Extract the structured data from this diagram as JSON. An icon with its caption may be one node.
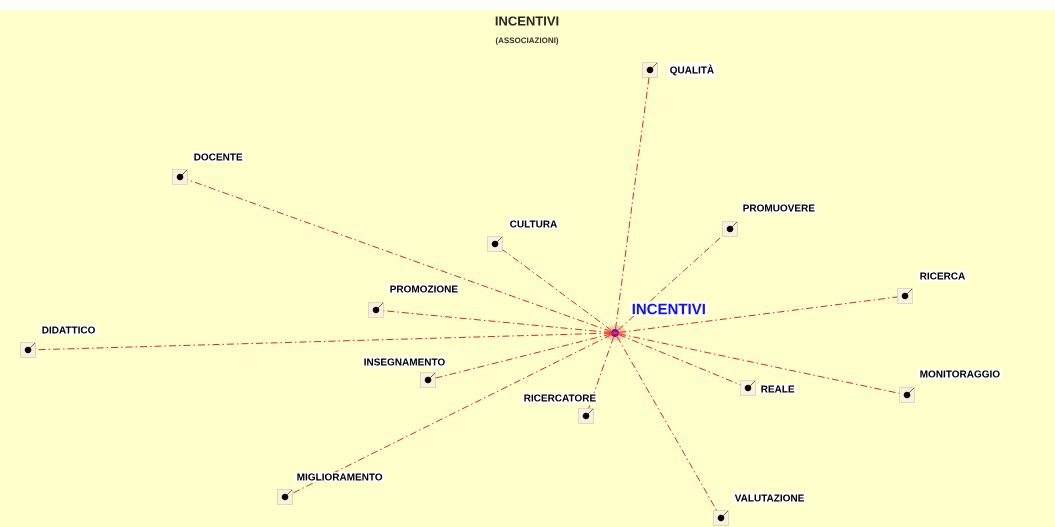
{
  "diagram": {
    "title": "INCENTIVI",
    "labels": [
      "(ASSOCIAZIONI)"
    ],
    "nodes": [
      {
        "text": [
          "INCENTIVI"
        ]
      },
      {
        "text": [
          "QUALITÀ"
        ]
      },
      {
        "text": [
          "DOCENTE"
        ]
      },
      {
        "text": [
          "PROMUOVERE"
        ]
      },
      {
        "text": [
          "CULTURA"
        ]
      },
      {
        "text": [
          "RICERCA"
        ]
      },
      {
        "text": [
          "PROMOZIONE"
        ]
      },
      {
        "text": [
          "DIDATTICO"
        ]
      },
      {
        "text": [
          "INSEGNAMENTO"
        ]
      },
      {
        "text": [
          "REALE"
        ]
      },
      {
        "text": [
          "MONITORAGGIO"
        ]
      },
      {
        "text": [
          "RICERCATORE"
        ]
      },
      {
        "text": [
          "MIGLIORAMENTO"
        ]
      },
      {
        "text": [
          "VALUTAZIONE"
        ]
      }
    ],
    "edges": [
      {
        "from": 0,
        "to": 1,
        "arrow": "none"
      },
      {
        "from": 0,
        "to": 2,
        "arrow": "none"
      },
      {
        "from": 0,
        "to": 3,
        "arrow": "none"
      },
      {
        "from": 0,
        "to": 4,
        "arrow": "none"
      },
      {
        "from": 0,
        "to": 5,
        "arrow": "none"
      },
      {
        "from": 0,
        "to": 6,
        "arrow": "none"
      },
      {
        "from": 0,
        "to": 7,
        "arrow": "none"
      },
      {
        "from": 0,
        "to": 8,
        "arrow": "none"
      },
      {
        "from": 0,
        "to": 9,
        "arrow": "none"
      },
      {
        "from": 0,
        "to": 10,
        "arrow": "none"
      },
      {
        "from": 0,
        "to": 11,
        "arrow": "none"
      },
      {
        "from": 0,
        "to": 12,
        "arrow": "none"
      },
      {
        "from": 0,
        "to": 13,
        "arrow": "none"
      }
    ]
  }
}
